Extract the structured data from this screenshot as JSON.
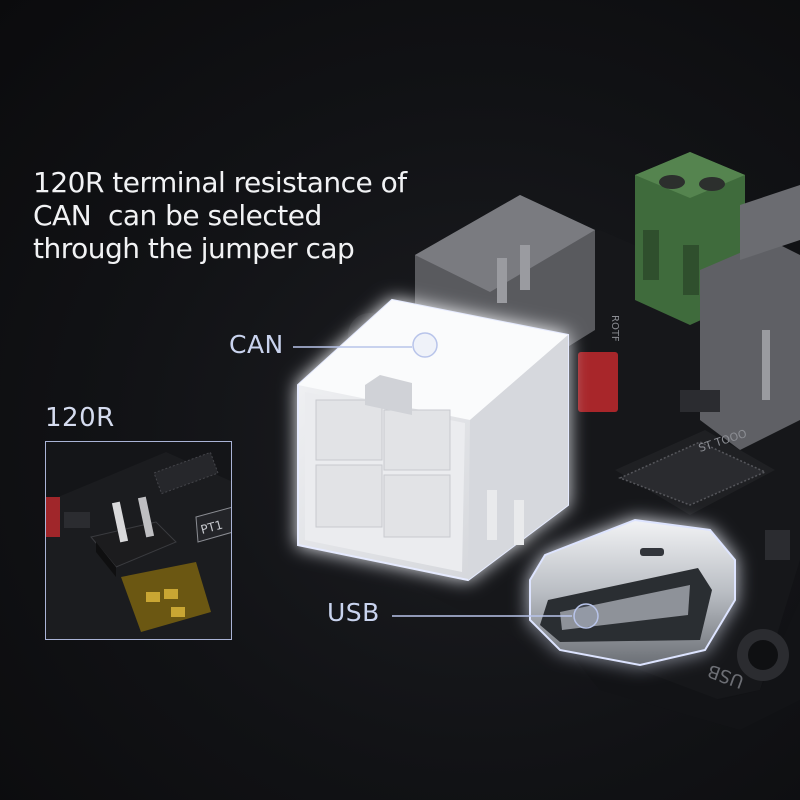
{
  "headline": {
    "lines": [
      "120R terminal resistance of",
      "CAN  can be selected",
      "through the jumper cap"
    ]
  },
  "callouts": {
    "can_label": "CAN",
    "usb_label": "USB"
  },
  "inset": {
    "title": "120R",
    "silkscreen": "PT1"
  },
  "board_silkscreen": {
    "usb_text": "USB",
    "chip_text": "ST TOOO",
    "side_text": "ROTF"
  },
  "colors": {
    "background": "#0d0e10",
    "callout_line": "#b8c4ea",
    "inset_border": "#aab4d6",
    "connector_glow": "#cfd8ff",
    "terminal_green": "#3f6b3c",
    "headline_text": "#f1f2f4"
  }
}
